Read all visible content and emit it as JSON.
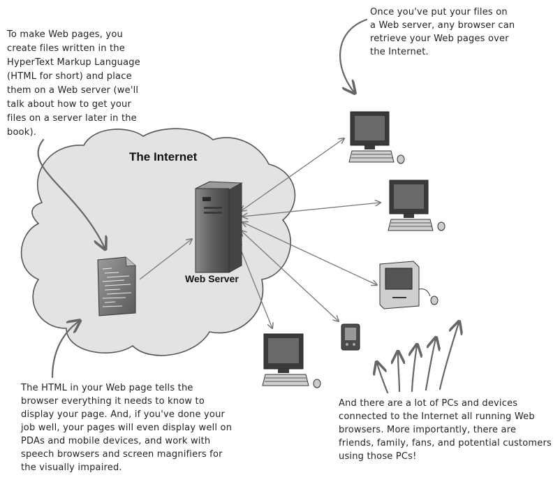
{
  "cloud_label": "The Internet",
  "server_label": "Web Server",
  "notes": {
    "top_left": [
      "To make Web pages, you",
      "create files written in the",
      "HyperText Markup Language",
      "(HTML for short) and place",
      "them on a Web server (we'll",
      "talk about how to get your",
      "files on a server later in the",
      "book)."
    ],
    "top_right": [
      "Once you've put your files on",
      "a Web server, any browser can",
      "retrieve your Web pages over",
      "the Internet."
    ],
    "bottom_left": [
      "The HTML in your Web page tells the",
      "browser everything it needs to know to",
      "display your page.  And, if you've done your",
      "job well, your pages will even display well on",
      "PDAs and mobile devices, and work with",
      "speech browsers and screen magnifiers for",
      "the visually impaired."
    ],
    "bottom_right": [
      "And there are a lot of PCs and devices",
      "connected to the Internet all running Web",
      "browsers. More importantly, there are",
      "friends, family, fans, and potential customers",
      "using those PCs!"
    ]
  },
  "colors": {
    "cloud_fill": "#e3e3e3",
    "cloud_stroke": "#555555",
    "arrow": "#777777",
    "device_dark": "#3a3a3a",
    "device_screen": "#6a6a6a",
    "device_light": "#c9c9c9"
  }
}
